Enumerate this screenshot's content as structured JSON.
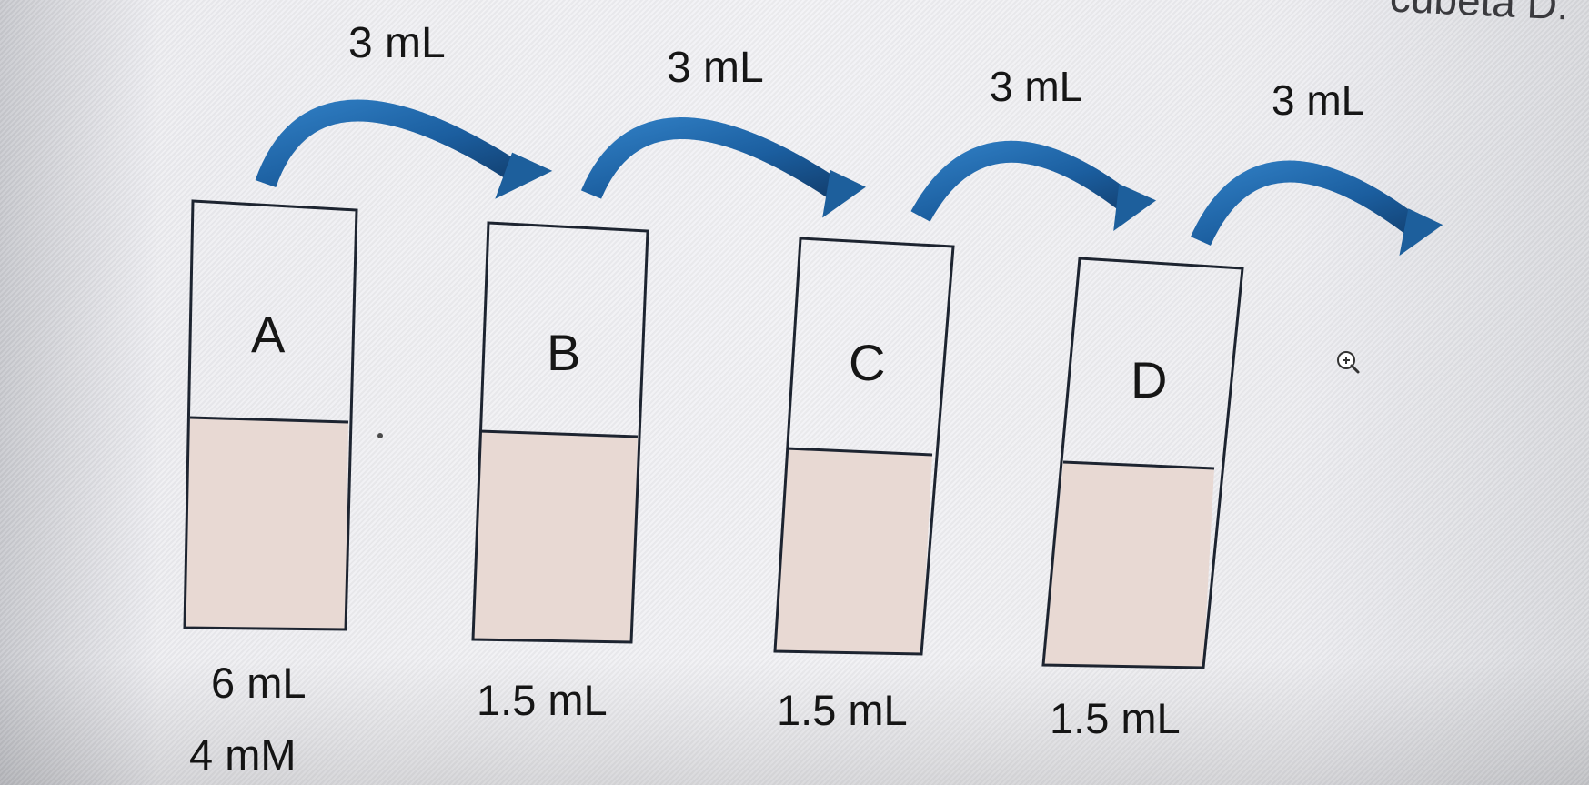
{
  "page_text": {
    "top_right": "cubeta D."
  },
  "transfers": [
    "3 mL",
    "3 mL",
    "3 mL",
    "3 mL"
  ],
  "cuvettes": [
    {
      "letter": "A",
      "volume": "6 mL",
      "concentration": "4 mM"
    },
    {
      "letter": "B",
      "volume": "1.5 mL"
    },
    {
      "letter": "C",
      "volume": "1.5 mL"
    },
    {
      "letter": "D",
      "volume": "1.5 mL"
    }
  ],
  "colors": {
    "arrow": "#1b5e9f",
    "liquid": "#e8d9d3",
    "outline": "#1d2430",
    "background": "#f0f0f3"
  },
  "icons": [
    "zoom-in-cursor-icon"
  ]
}
